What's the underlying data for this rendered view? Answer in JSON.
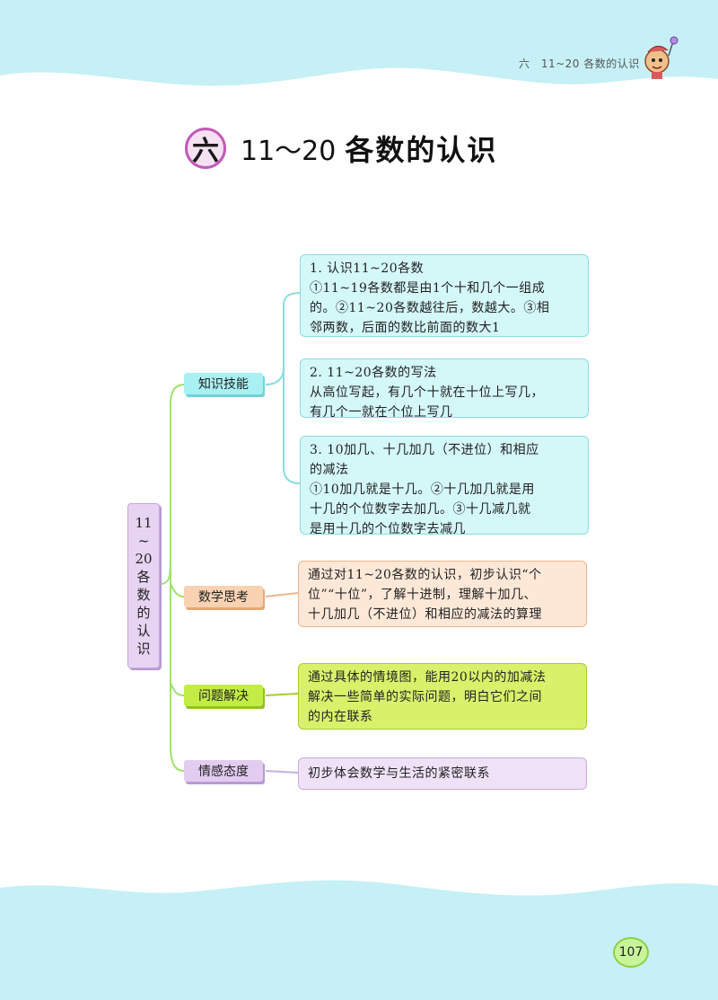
{
  "header": {
    "chapter_num": "六",
    "chapter_title": "11~20 各数的认识"
  },
  "title": {
    "badge": "六",
    "number": "11～20",
    "text": "各数的认识"
  },
  "mindmap": {
    "root": [
      "11",
      "~",
      "20",
      "各",
      "数",
      "的",
      "认",
      "识"
    ],
    "categories": [
      {
        "label": "知识技能",
        "items": [
          {
            "lines": [
              "1. 认识11~20各数",
              "①11~19各数都是由1个十和几个一组成",
              "的。②11~20各数越往后，数越大。③相",
              "邻两数，后面的数比前面的数大1"
            ]
          },
          {
            "lines": [
              "2. 11~20各数的写法",
              "从高位写起，有几个十就在十位上写几，",
              "有几个一就在个位上写几"
            ]
          },
          {
            "lines": [
              "3. 10加几、十几加几（不进位）和相应",
              "的减法",
              "①10加几就是十几。②十几加几就是用",
              "十几的个位数字去加几。③十几减几就",
              "是用十几的个位数字去减几"
            ]
          }
        ]
      },
      {
        "label": "数学思考",
        "items": [
          {
            "lines": [
              "通过对11~20各数的认识，初步认识“个",
              "位”“十位”，了解十进制，理解十加几、",
              "十几加几（不进位）和相应的减法的算理"
            ]
          }
        ]
      },
      {
        "label": "问题解决",
        "items": [
          {
            "lines": [
              "通过具体的情境图，能用20以内的加减法",
              "解决一些简单的实际问题，明白它们之间",
              "的内在联系"
            ]
          }
        ]
      },
      {
        "label": "情感态度",
        "items": [
          {
            "lines": [
              "初步体会数学与生活的紧密联系"
            ]
          }
        ]
      }
    ]
  },
  "page_number": "107",
  "colors": {
    "wave": "#c6f0f6",
    "cyan": "#a8f0f2",
    "orange": "#f8d2b2",
    "green": "#c3ec44",
    "purple": "#e2ccf0"
  }
}
